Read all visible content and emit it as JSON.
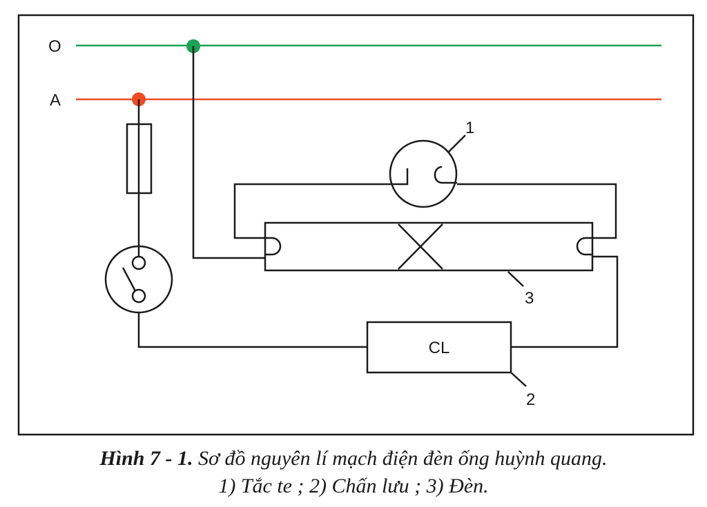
{
  "diagram": {
    "rail_neutral_label": "O",
    "rail_phase_label": "A",
    "starter_number": "1",
    "ballast_number": "2",
    "tube_number": "3",
    "ballast_text": "CL"
  },
  "caption": {
    "figure_label": "Hình  7 - 1.",
    "title": "Sơ đồ nguyên lí mạch điện đèn ống huỳnh quang.",
    "legend": "1) Tắc te ; 2) Chấn lưu ; 3) Đèn."
  },
  "colors": {
    "neutral_rail": "#1aa152",
    "phase_rail": "#ef4a23",
    "line": "#1a1a1a"
  }
}
